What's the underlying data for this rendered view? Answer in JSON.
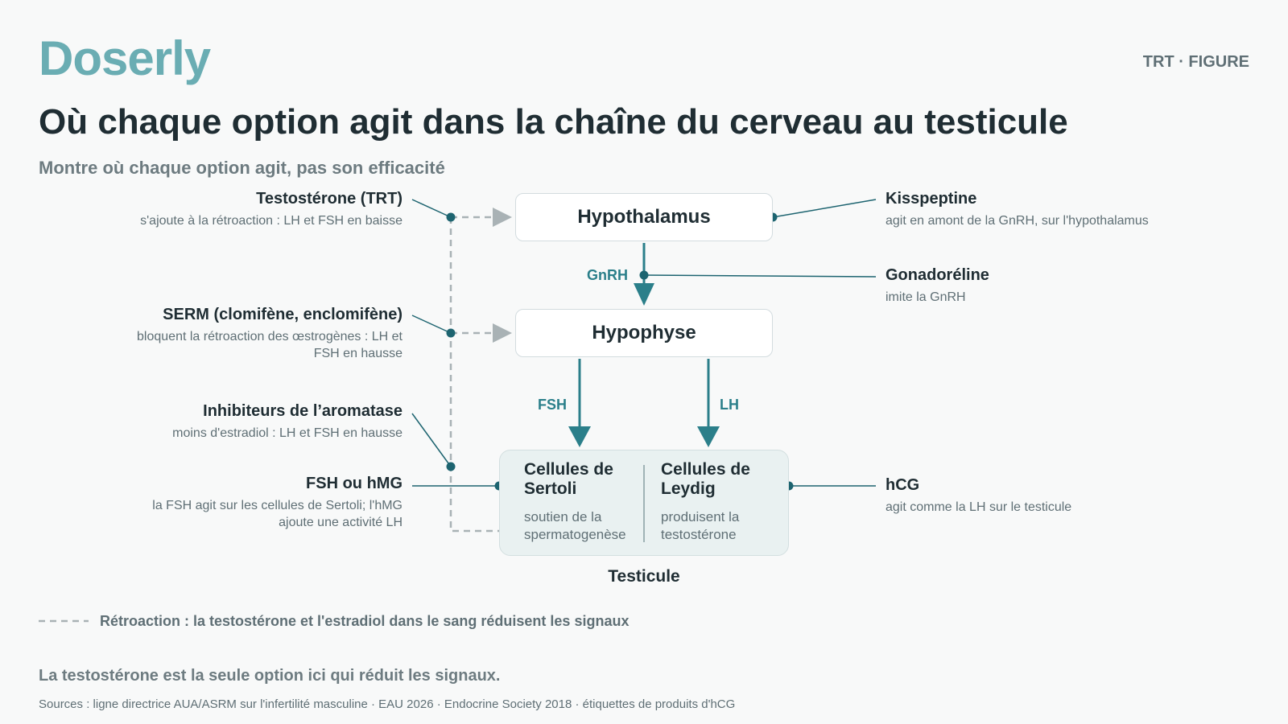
{
  "header": {
    "brand": "Doserly",
    "tag": "TRT · FIGURE",
    "title": "Où chaque option agit dans la chaîne du cerveau au testicule",
    "subtitle": "Montre où chaque option agit, pas son efficacité"
  },
  "nodes": {
    "hypothalamus": "Hypothalamus",
    "hypophyse": "Hypophyse",
    "testicule": "Testicule",
    "sertoli": {
      "title": "Cellules de Sertoli",
      "desc": "soutien de la spermatogenèse"
    },
    "leydig": {
      "title": "Cellules de Leydig",
      "desc": "produisent la testostérone"
    }
  },
  "signals": {
    "gnrh": "GnRH",
    "fsh": "FSH",
    "lh": "LH"
  },
  "options_left": [
    {
      "title": "Testostérone (TRT)",
      "desc": "s'ajoute à la rétroaction : LH et FSH en baisse"
    },
    {
      "title": "SERM (clomifène, enclomifène)",
      "desc": "bloquent la rétroaction des œstrogènes : LH et FSH en hausse"
    },
    {
      "title": "Inhibiteurs de l’aromatase",
      "desc": "moins d'estradiol : LH et FSH en hausse"
    },
    {
      "title": "FSH ou hMG",
      "desc": "la FSH agit sur les cellules de Sertoli; l'hMG ajoute une activité LH"
    }
  ],
  "options_right": [
    {
      "title": "Kisspeptine",
      "desc": "agit en amont de la GnRH, sur l'hypothalamus"
    },
    {
      "title": "Gonadoréline",
      "desc": "imite la GnRH"
    },
    {
      "title": "hCG",
      "desc": "agit comme la LH sur le testicule"
    }
  ],
  "legend": "Rétroaction : la testostérone et l'estradiol dans le sang réduisent les signaux",
  "conclusion": "La testostérone est la seule option ici qui réduit les signaux.",
  "sources": "Sources : ligne directrice AUA/ASRM sur l'infertilité masculine · EAU 2026 · Endocrine Society 2018 · étiquettes de produits d'hCG",
  "colors": {
    "brand": "#6aadb3",
    "signal": "#2b7f8a",
    "dot": "#1d6470",
    "feedback": "#a9b2b5"
  }
}
